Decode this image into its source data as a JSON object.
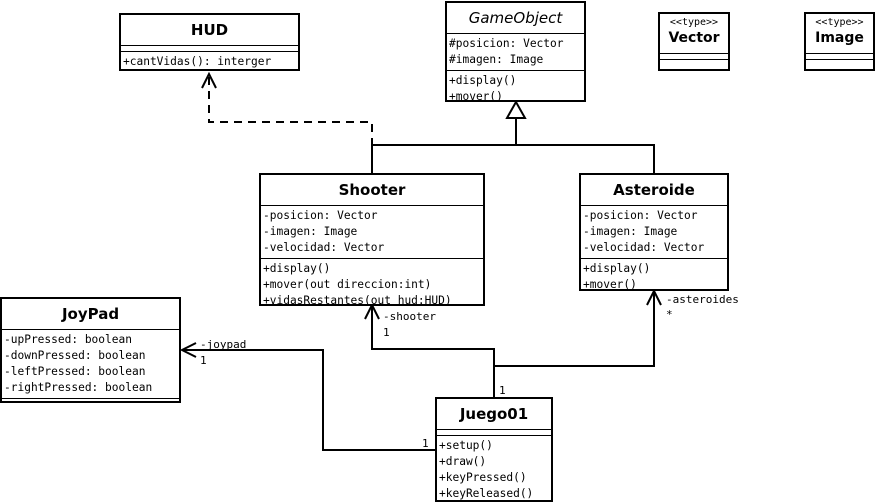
{
  "classes": {
    "hud": {
      "name": "HUD",
      "methods": [
        "+cantVidas(): interger"
      ]
    },
    "gameobject": {
      "name": "GameObject",
      "attributes": [
        "#posicion: Vector",
        "#imagen: Image"
      ],
      "methods": [
        "+display()",
        "+mover()"
      ]
    },
    "vector": {
      "stereotype": "<<type>>",
      "name": "Vector"
    },
    "image": {
      "stereotype": "<<type>>",
      "name": "Image"
    },
    "shooter": {
      "name": "Shooter",
      "attributes": [
        "-posicion: Vector",
        "-imagen: Image",
        "-velocidad: Vector"
      ],
      "methods": [
        "+display()",
        "+mover(out direccion:int)",
        "+vidasRestantes(out hud:HUD)"
      ]
    },
    "asteroide": {
      "name": "Asteroide",
      "attributes": [
        "-posicion: Vector",
        "-imagen: Image",
        "-velocidad: Vector"
      ],
      "methods": [
        "+display()",
        "+mover()"
      ]
    },
    "joypad": {
      "name": "JoyPad",
      "attributes": [
        "-upPressed: boolean",
        "-downPressed: boolean",
        "-leftPressed: boolean",
        "-rightPressed: boolean"
      ]
    },
    "juego01": {
      "name": "Juego01",
      "methods": [
        "+setup()",
        "+draw()",
        "+keyPressed()",
        "+keyReleased()"
      ]
    }
  },
  "relations": {
    "shooter_role": "-shooter",
    "shooter_mult": "1",
    "asteroides_role": "-asteroides",
    "asteroides_mult": "*",
    "joypad_role": "-joypad",
    "joypad_mult": "1",
    "juego_mult_top": "1",
    "juego_mult_left": "1"
  },
  "colors": {
    "line": "#000000",
    "background": "#ffffff"
  }
}
